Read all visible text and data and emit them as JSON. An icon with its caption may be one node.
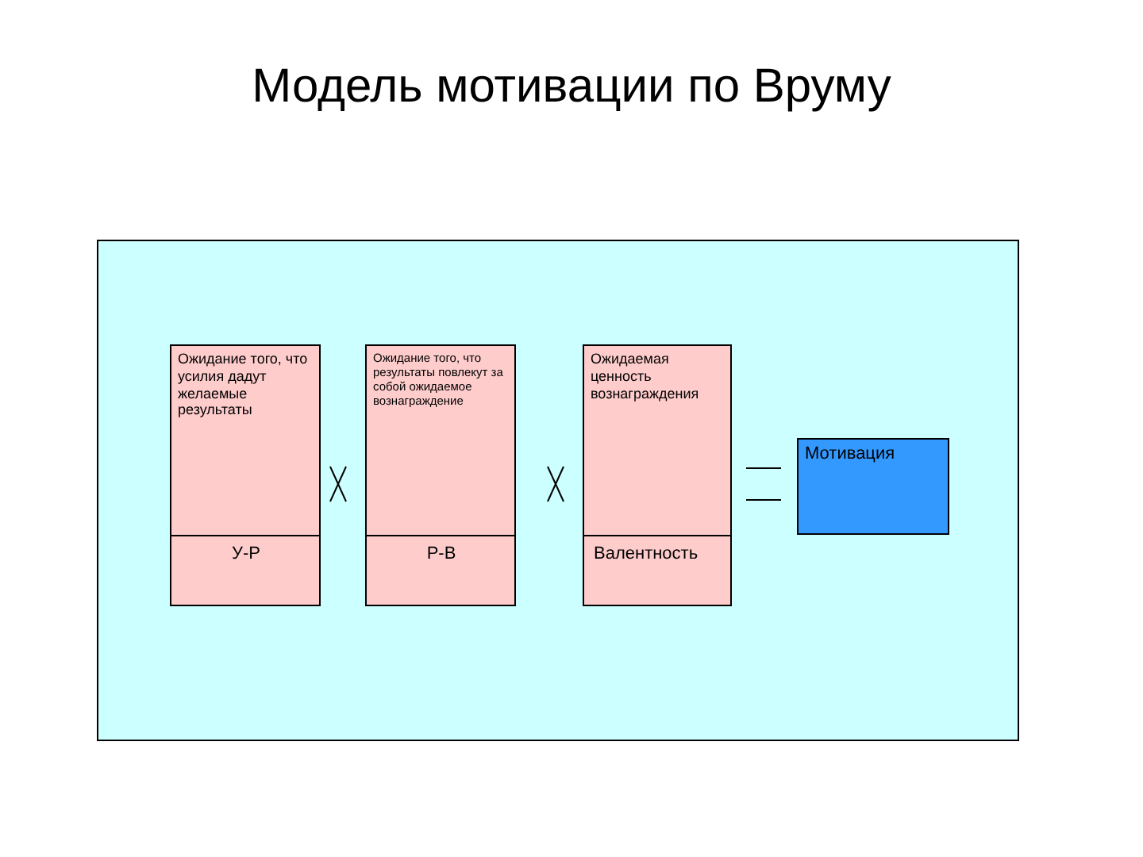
{
  "diagram": {
    "title": "Модель мотивации по Вруму",
    "nodes": [
      {
        "text": [],
        "shape": "box"
      },
      {
        "text": [
          "Ожидание того, что усилия дадут желаемые результаты",
          "У-Р"
        ],
        "in": 0
      },
      {
        "text": [
          "Ожидание того, что результаты повлекут за собой ожидаемое вознаграждение",
          "Р-В"
        ],
        "in": 0
      },
      {
        "text": [
          "Ожидаемая ценность вознаграждения",
          "Валентность"
        ],
        "in": 0
      },
      {
        "text": [
          "Мотивация"
        ],
        "in": 0
      }
    ]
  }
}
